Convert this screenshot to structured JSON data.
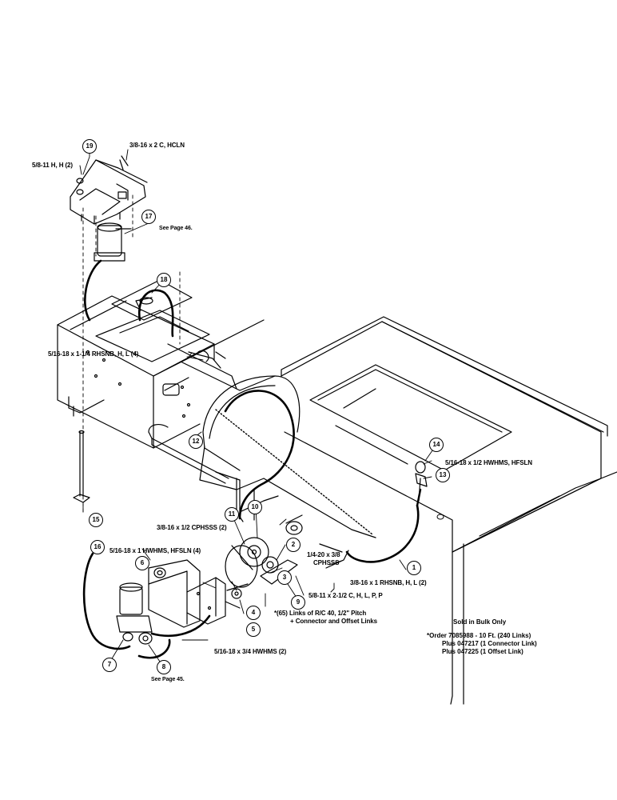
{
  "callouts": {
    "c1": "1",
    "c2": "2",
    "c3": "3",
    "c4": "4",
    "c5": "5",
    "c6": "6",
    "c7": "7",
    "c8": "8",
    "c9": "9",
    "c10": "10",
    "c11": "11",
    "c12": "12",
    "c13": "13",
    "c14": "14",
    "c15": "15",
    "c16": "16",
    "c17": "17",
    "c18": "18",
    "c19": "19"
  },
  "labels": {
    "hcln": "3/8-16 x 2 C, HCLN",
    "hh": "5/8-11 H, H (2)",
    "see46": "See Page 46.",
    "rhsnb": "5/16-18 x 1-1/4 RHSNB, H, L (4)",
    "hwhms_hfsln_13": "5/16-18 x 1/2 HWHMS, HFSLN",
    "cphsss_2": "3/8-16 x 1/2 CPHSSS (2)",
    "hwhms_hfsln_4": "5/16-18 x 1 HWHMS, HFSLN (4)",
    "cphsss_a": "1/4-20 x 3/8",
    "cphsss_b": "CPHSSS",
    "rhsnb_2": "3/8-16 x 1 RHSNB, H, L (2)",
    "chlpp": "5/8-11 x 2-1/2 C, H, L, P, P",
    "links_a": "*(65) Links of R/C 40, 1/2\" Pitch",
    "links_b": "+ Connector and Offset Links",
    "hwhms_2": "5/16-18 x 3/4 HWHMS (2)",
    "see45": "See Page 45."
  },
  "note": {
    "title": "Sold in Bulk Only",
    "line1": "*Order 7085988 - 10 Ft. (240 Links)",
    "line2": "Plus 047217 (1 Connector Link)",
    "line3": "Plus 047225 (1 Offset Link)"
  }
}
